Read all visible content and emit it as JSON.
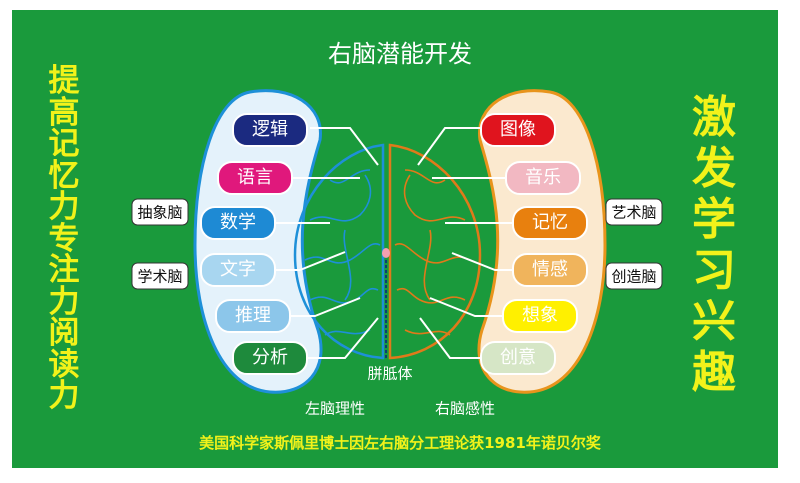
{
  "title": "右脑潜能开发",
  "left_slogan": "提高记忆力 专注力 阅读力",
  "right_slogan": "激发学习兴趣",
  "left_brain": {
    "items": [
      {
        "label": "逻辑",
        "color": "#1b2a80"
      },
      {
        "label": "语言",
        "color": "#e0187c"
      },
      {
        "label": "数学",
        "color": "#1e8ad4"
      },
      {
        "label": "文字",
        "color": "#a8d6f0"
      },
      {
        "label": "推理",
        "color": "#8cc6ea"
      },
      {
        "label": "分析",
        "color": "#1e8a3c"
      }
    ],
    "tags": [
      "抽象脑",
      "学术脑"
    ],
    "caption": "左脑理性",
    "outline_color": "#1e90d8"
  },
  "right_brain": {
    "items": [
      {
        "label": "图像",
        "color": "#e0141e"
      },
      {
        "label": "音乐",
        "color": "#f2b8c2"
      },
      {
        "label": "记忆",
        "color": "#e8800e"
      },
      {
        "label": "情感",
        "color": "#f0b45c"
      },
      {
        "label": "想象",
        "color": "#fff000"
      },
      {
        "label": "创意",
        "color": "#d6e6c6"
      }
    ],
    "tags": [
      "艺术脑",
      "创造脑"
    ],
    "caption": "右脑感性",
    "outline_color": "#e07a1a"
  },
  "corpus_callosum": "胼胝体",
  "footer": "美国科学家斯佩里博士因左右脑分工理论获1981年诺贝尔奖"
}
